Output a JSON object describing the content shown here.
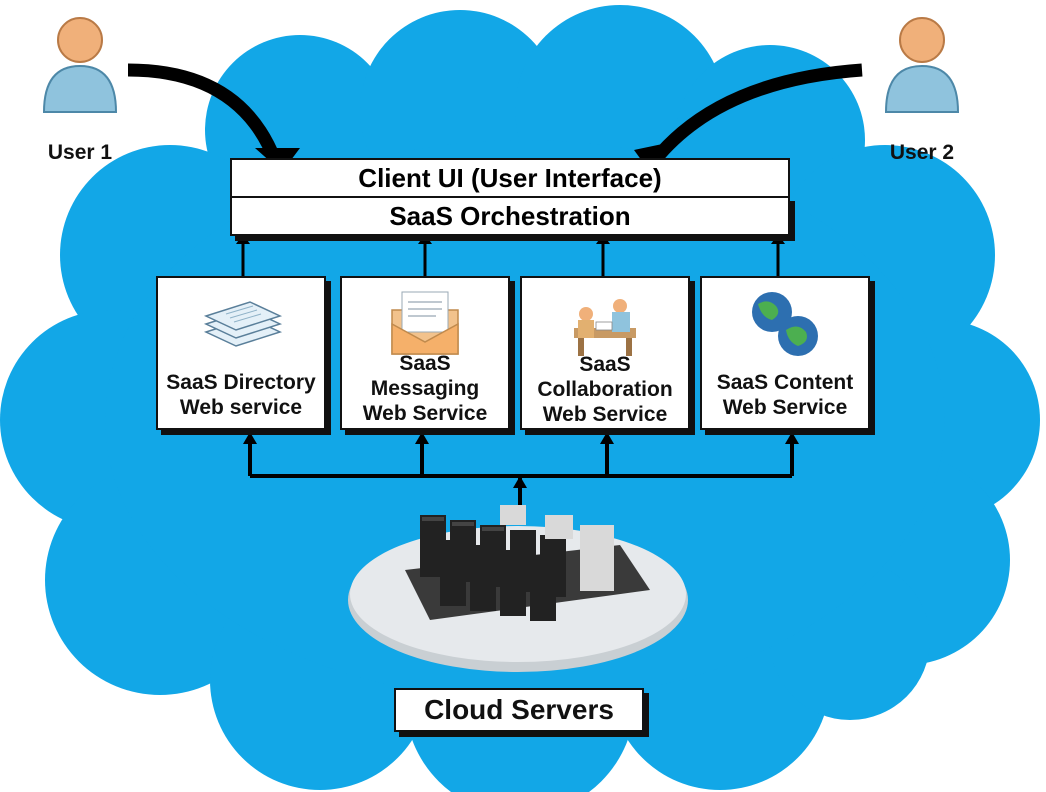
{
  "users": [
    {
      "label": "User 1"
    },
    {
      "label": "User 2"
    }
  ],
  "client_ui": {
    "label": "Client UI (User Interface)"
  },
  "orchestration": {
    "label": "SaaS Orchestration"
  },
  "services": [
    {
      "line1": "SaaS Directory",
      "line2": "Web service",
      "icon": "documents-icon"
    },
    {
      "line1": "SaaS",
      "line2": "Messaging",
      "line3": "Web Service",
      "icon": "envelope-icon"
    },
    {
      "line1": "SaaS",
      "line2": "Collaboration",
      "line3": "Web Service",
      "icon": "meeting-icon"
    },
    {
      "line1": "SaaS Content",
      "line2": "Web Service",
      "icon": "globe-icon"
    }
  ],
  "servers": {
    "label": "Cloud Servers",
    "icon": "server-rack-icon"
  },
  "colors": {
    "cloud": "#12a7e7",
    "user_body": "#8fc3dd",
    "user_head": "#f0b07a",
    "line": "#000000"
  }
}
